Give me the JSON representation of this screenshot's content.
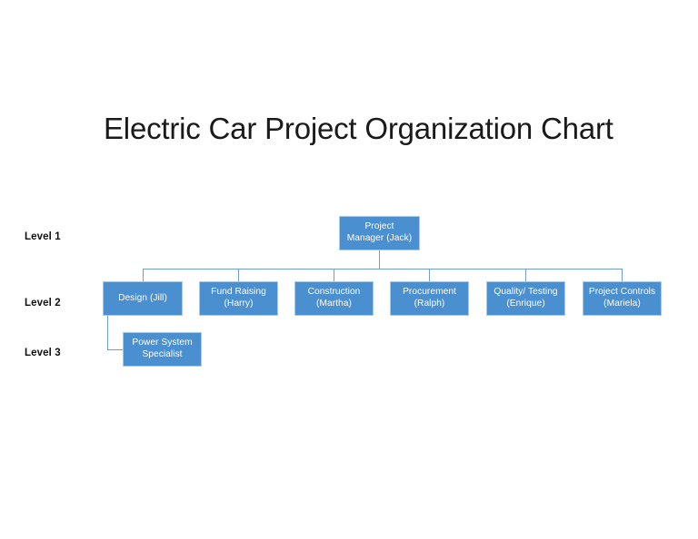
{
  "slide": {
    "title": "Electric Car Project Organization Chart",
    "background_color": "#ffffff"
  },
  "palette": {
    "node_fill": "#4a8fd0",
    "node_border": "#a6cbe8",
    "node_text": "#ffffff",
    "connector": "#6f9fc8",
    "title_text": "#1a1a1a",
    "level_label_text": "#111111"
  },
  "level_labels": [
    {
      "id": "level-1",
      "label": "Level 1"
    },
    {
      "id": "level-2",
      "label": "Level 2"
    },
    {
      "id": "level-3",
      "label": "Level 3"
    }
  ],
  "org_chart": {
    "type": "org-tree",
    "levels": 3,
    "nodes": [
      {
        "id": "pm",
        "level": 1,
        "role": "Project Manager",
        "owner": "Jack",
        "label": "Project\nManager (Jack)"
      },
      {
        "id": "design",
        "level": 2,
        "role": "Design",
        "owner": "Jill",
        "label": "Design (Jill)"
      },
      {
        "id": "fund",
        "level": 2,
        "role": "Fund Raising",
        "owner": "Harry",
        "label": "Fund Raising\n(Harry)"
      },
      {
        "id": "constr",
        "level": 2,
        "role": "Construction",
        "owner": "Martha",
        "label": "Construction\n(Martha)"
      },
      {
        "id": "procure",
        "level": 2,
        "role": "Procurement",
        "owner": "Ralph",
        "label": "Procurement\n(Ralph)"
      },
      {
        "id": "quality",
        "level": 2,
        "role": "Quality/ Testing",
        "owner": "Enrique",
        "label": "Quality/ Testing\n(Enrique)"
      },
      {
        "id": "controls",
        "level": 2,
        "role": "Project Controls",
        "owner": "Mariela",
        "label": "Project Controls\n(Mariela)"
      },
      {
        "id": "power",
        "level": 3,
        "role": "Power System Specialist",
        "owner": "",
        "label": "Power System\nSpecialist"
      }
    ],
    "edges": [
      {
        "from": "pm",
        "to": "design"
      },
      {
        "from": "pm",
        "to": "fund"
      },
      {
        "from": "pm",
        "to": "constr"
      },
      {
        "from": "pm",
        "to": "procure"
      },
      {
        "from": "pm",
        "to": "quality"
      },
      {
        "from": "pm",
        "to": "controls"
      },
      {
        "from": "design",
        "to": "power"
      }
    ]
  }
}
